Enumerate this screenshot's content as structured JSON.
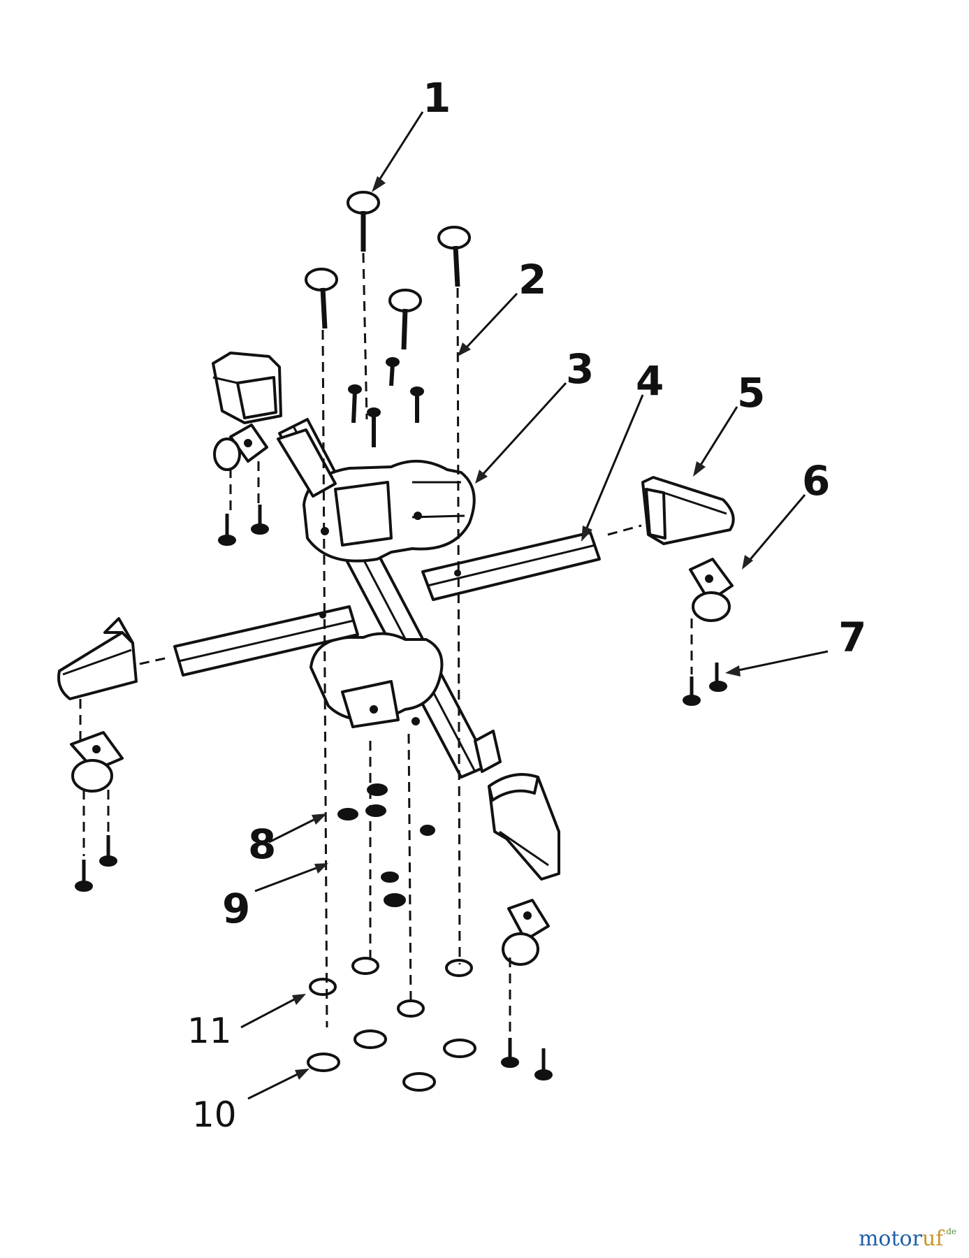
{
  "callouts": {
    "c1": "1",
    "c2": "2",
    "c3": "3",
    "c4": "4",
    "c5": "5",
    "c6": "6",
    "c7": "7",
    "c8": "8",
    "c9": "9",
    "c10": "10",
    "c11": "11"
  },
  "watermark": {
    "part1": "motor",
    "part2": "uf",
    "suffix": ".de"
  }
}
